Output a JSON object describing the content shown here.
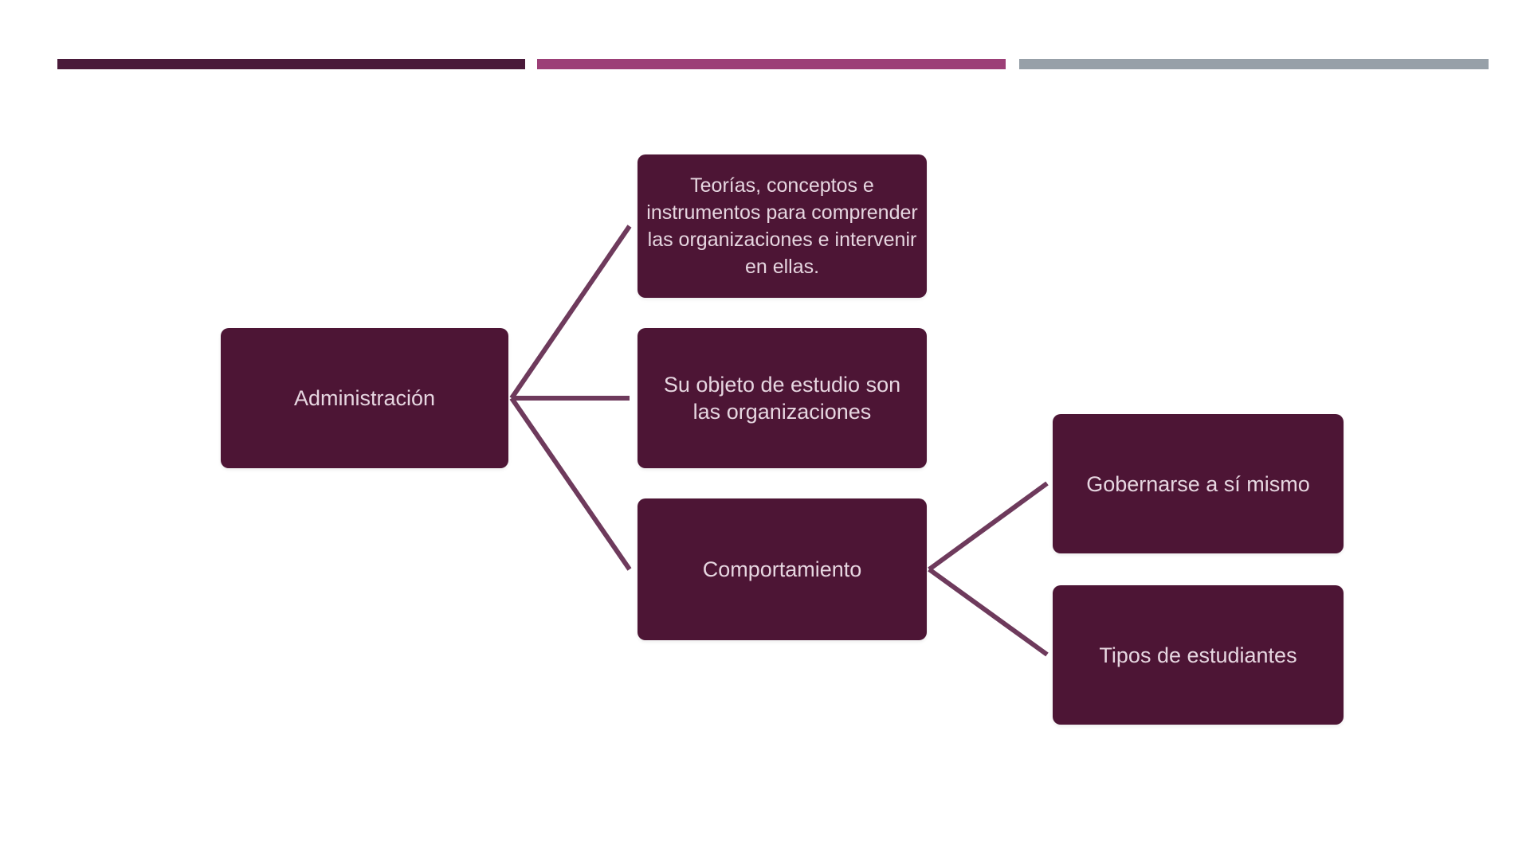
{
  "colors": {
    "bar1": "#4a1a3a",
    "bar2": "#9c3f77",
    "bar3": "#97a0a8",
    "node": "#4d1535",
    "connector": "#6e3a5c"
  },
  "diagram": {
    "root": "Administración",
    "children": [
      "Teorías, conceptos e instrumentos para comprender las organizaciones e intervenir en ellas.",
      "Su objeto de estudio son las organizaciones",
      "Comportamiento"
    ],
    "grandchildren": [
      "Gobernarse a sí mismo",
      "Tipos de estudiantes"
    ]
  }
}
